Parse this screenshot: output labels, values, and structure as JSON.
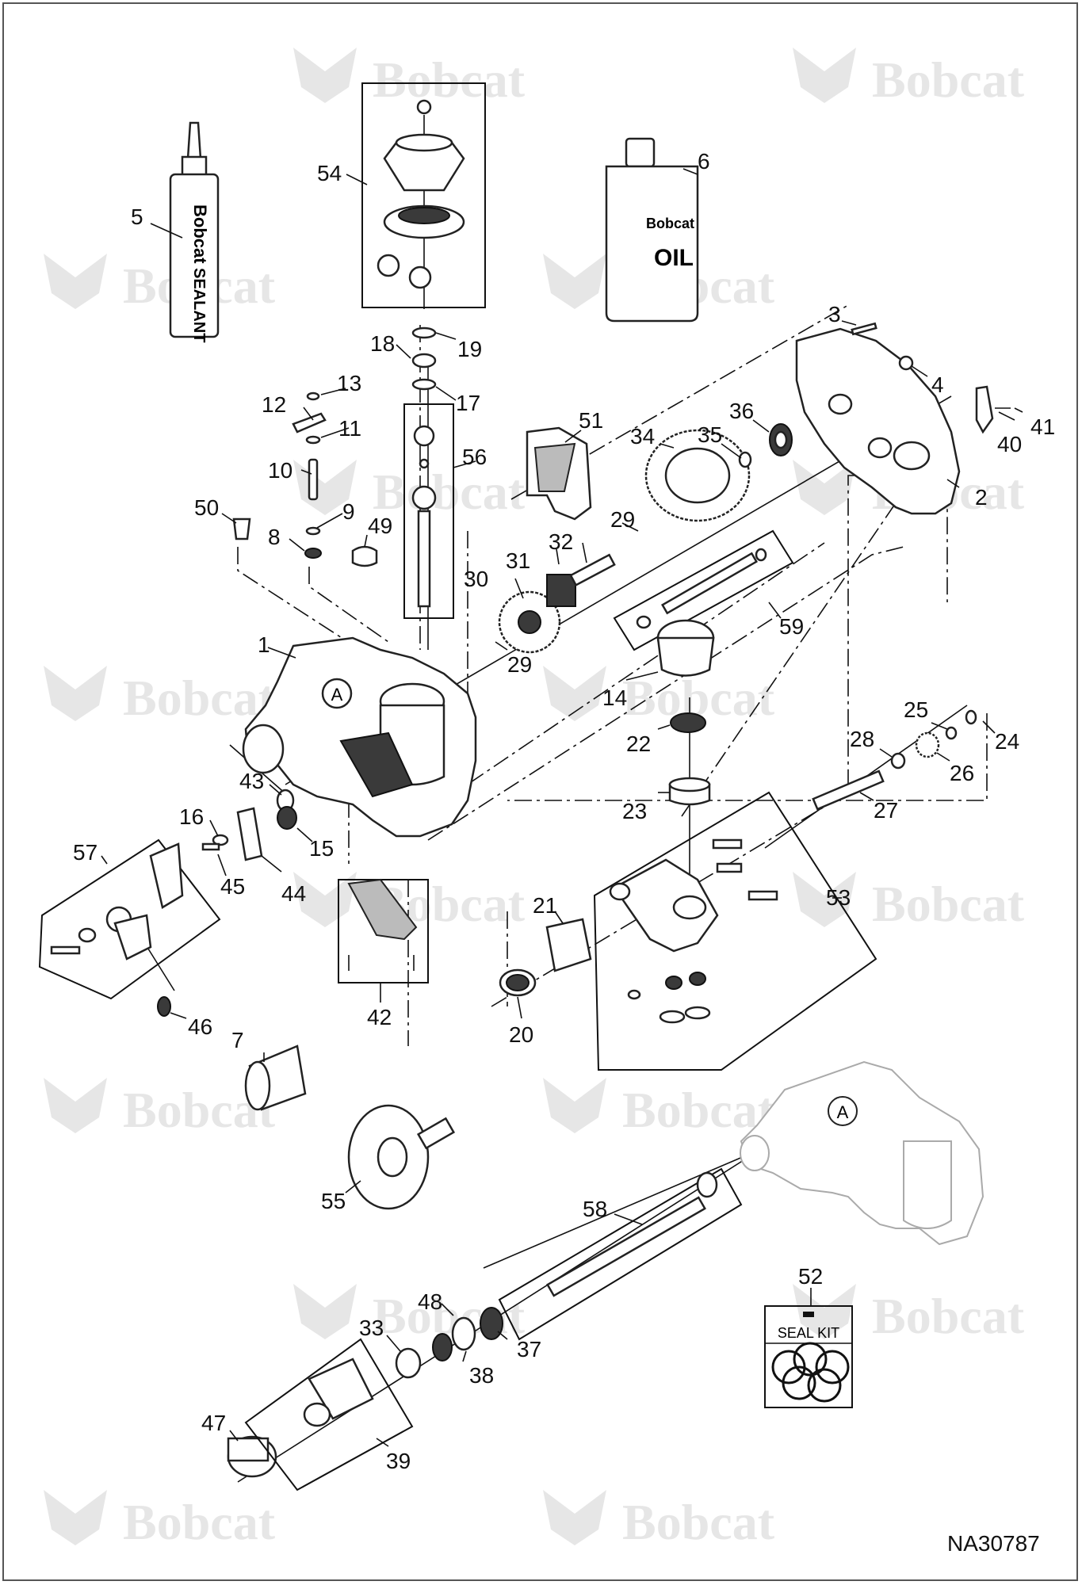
{
  "watermark": {
    "brand": "Bobcat",
    "color": "#e6e6e6"
  },
  "drawing_code": "NA30787",
  "packages": {
    "sealant_brand": "Bobcat",
    "sealant_label": "SEALANT",
    "oil_brand": "Bobcat",
    "oil_label": "OIL",
    "seal_kit_label": "SEAL KIT"
  },
  "reference_marker": "A",
  "callouts": [
    {
      "id": "c1",
      "n": "1"
    },
    {
      "id": "c2",
      "n": "2"
    },
    {
      "id": "c3",
      "n": "3"
    },
    {
      "id": "c4",
      "n": "4"
    },
    {
      "id": "c5",
      "n": "5"
    },
    {
      "id": "c6",
      "n": "6"
    },
    {
      "id": "c7",
      "n": "7"
    },
    {
      "id": "c8",
      "n": "8"
    },
    {
      "id": "c9",
      "n": "9"
    },
    {
      "id": "c10",
      "n": "10"
    },
    {
      "id": "c11",
      "n": "11"
    },
    {
      "id": "c12",
      "n": "12"
    },
    {
      "id": "c13",
      "n": "13"
    },
    {
      "id": "c14",
      "n": "14"
    },
    {
      "id": "c15",
      "n": "15"
    },
    {
      "id": "c16",
      "n": "16"
    },
    {
      "id": "c17",
      "n": "17"
    },
    {
      "id": "c18",
      "n": "18"
    },
    {
      "id": "c19",
      "n": "19"
    },
    {
      "id": "c20",
      "n": "20"
    },
    {
      "id": "c21",
      "n": "21"
    },
    {
      "id": "c22",
      "n": "22"
    },
    {
      "id": "c23",
      "n": "23"
    },
    {
      "id": "c24",
      "n": "24"
    },
    {
      "id": "c25",
      "n": "25"
    },
    {
      "id": "c26",
      "n": "26"
    },
    {
      "id": "c27",
      "n": "27"
    },
    {
      "id": "c28",
      "n": "28"
    },
    {
      "id": "c29a",
      "n": "29"
    },
    {
      "id": "c29b",
      "n": "29"
    },
    {
      "id": "c30",
      "n": "30"
    },
    {
      "id": "c31",
      "n": "31"
    },
    {
      "id": "c32",
      "n": "32"
    },
    {
      "id": "c33",
      "n": "33"
    },
    {
      "id": "c34",
      "n": "34"
    },
    {
      "id": "c35",
      "n": "35"
    },
    {
      "id": "c36",
      "n": "36"
    },
    {
      "id": "c37",
      "n": "37"
    },
    {
      "id": "c38",
      "n": "38"
    },
    {
      "id": "c39",
      "n": "39"
    },
    {
      "id": "c40",
      "n": "40"
    },
    {
      "id": "c41",
      "n": "41"
    },
    {
      "id": "c42",
      "n": "42"
    },
    {
      "id": "c43",
      "n": "43"
    },
    {
      "id": "c44",
      "n": "44"
    },
    {
      "id": "c45",
      "n": "45"
    },
    {
      "id": "c46",
      "n": "46"
    },
    {
      "id": "c47",
      "n": "47"
    },
    {
      "id": "c48",
      "n": "48"
    },
    {
      "id": "c49",
      "n": "49"
    },
    {
      "id": "c50",
      "n": "50"
    },
    {
      "id": "c51",
      "n": "51"
    },
    {
      "id": "c52",
      "n": "52"
    },
    {
      "id": "c53",
      "n": "53"
    },
    {
      "id": "c54",
      "n": "54"
    },
    {
      "id": "c55",
      "n": "55"
    },
    {
      "id": "c56",
      "n": "56"
    },
    {
      "id": "c57",
      "n": "57"
    },
    {
      "id": "c58",
      "n": "58"
    },
    {
      "id": "c59",
      "n": "59"
    }
  ]
}
